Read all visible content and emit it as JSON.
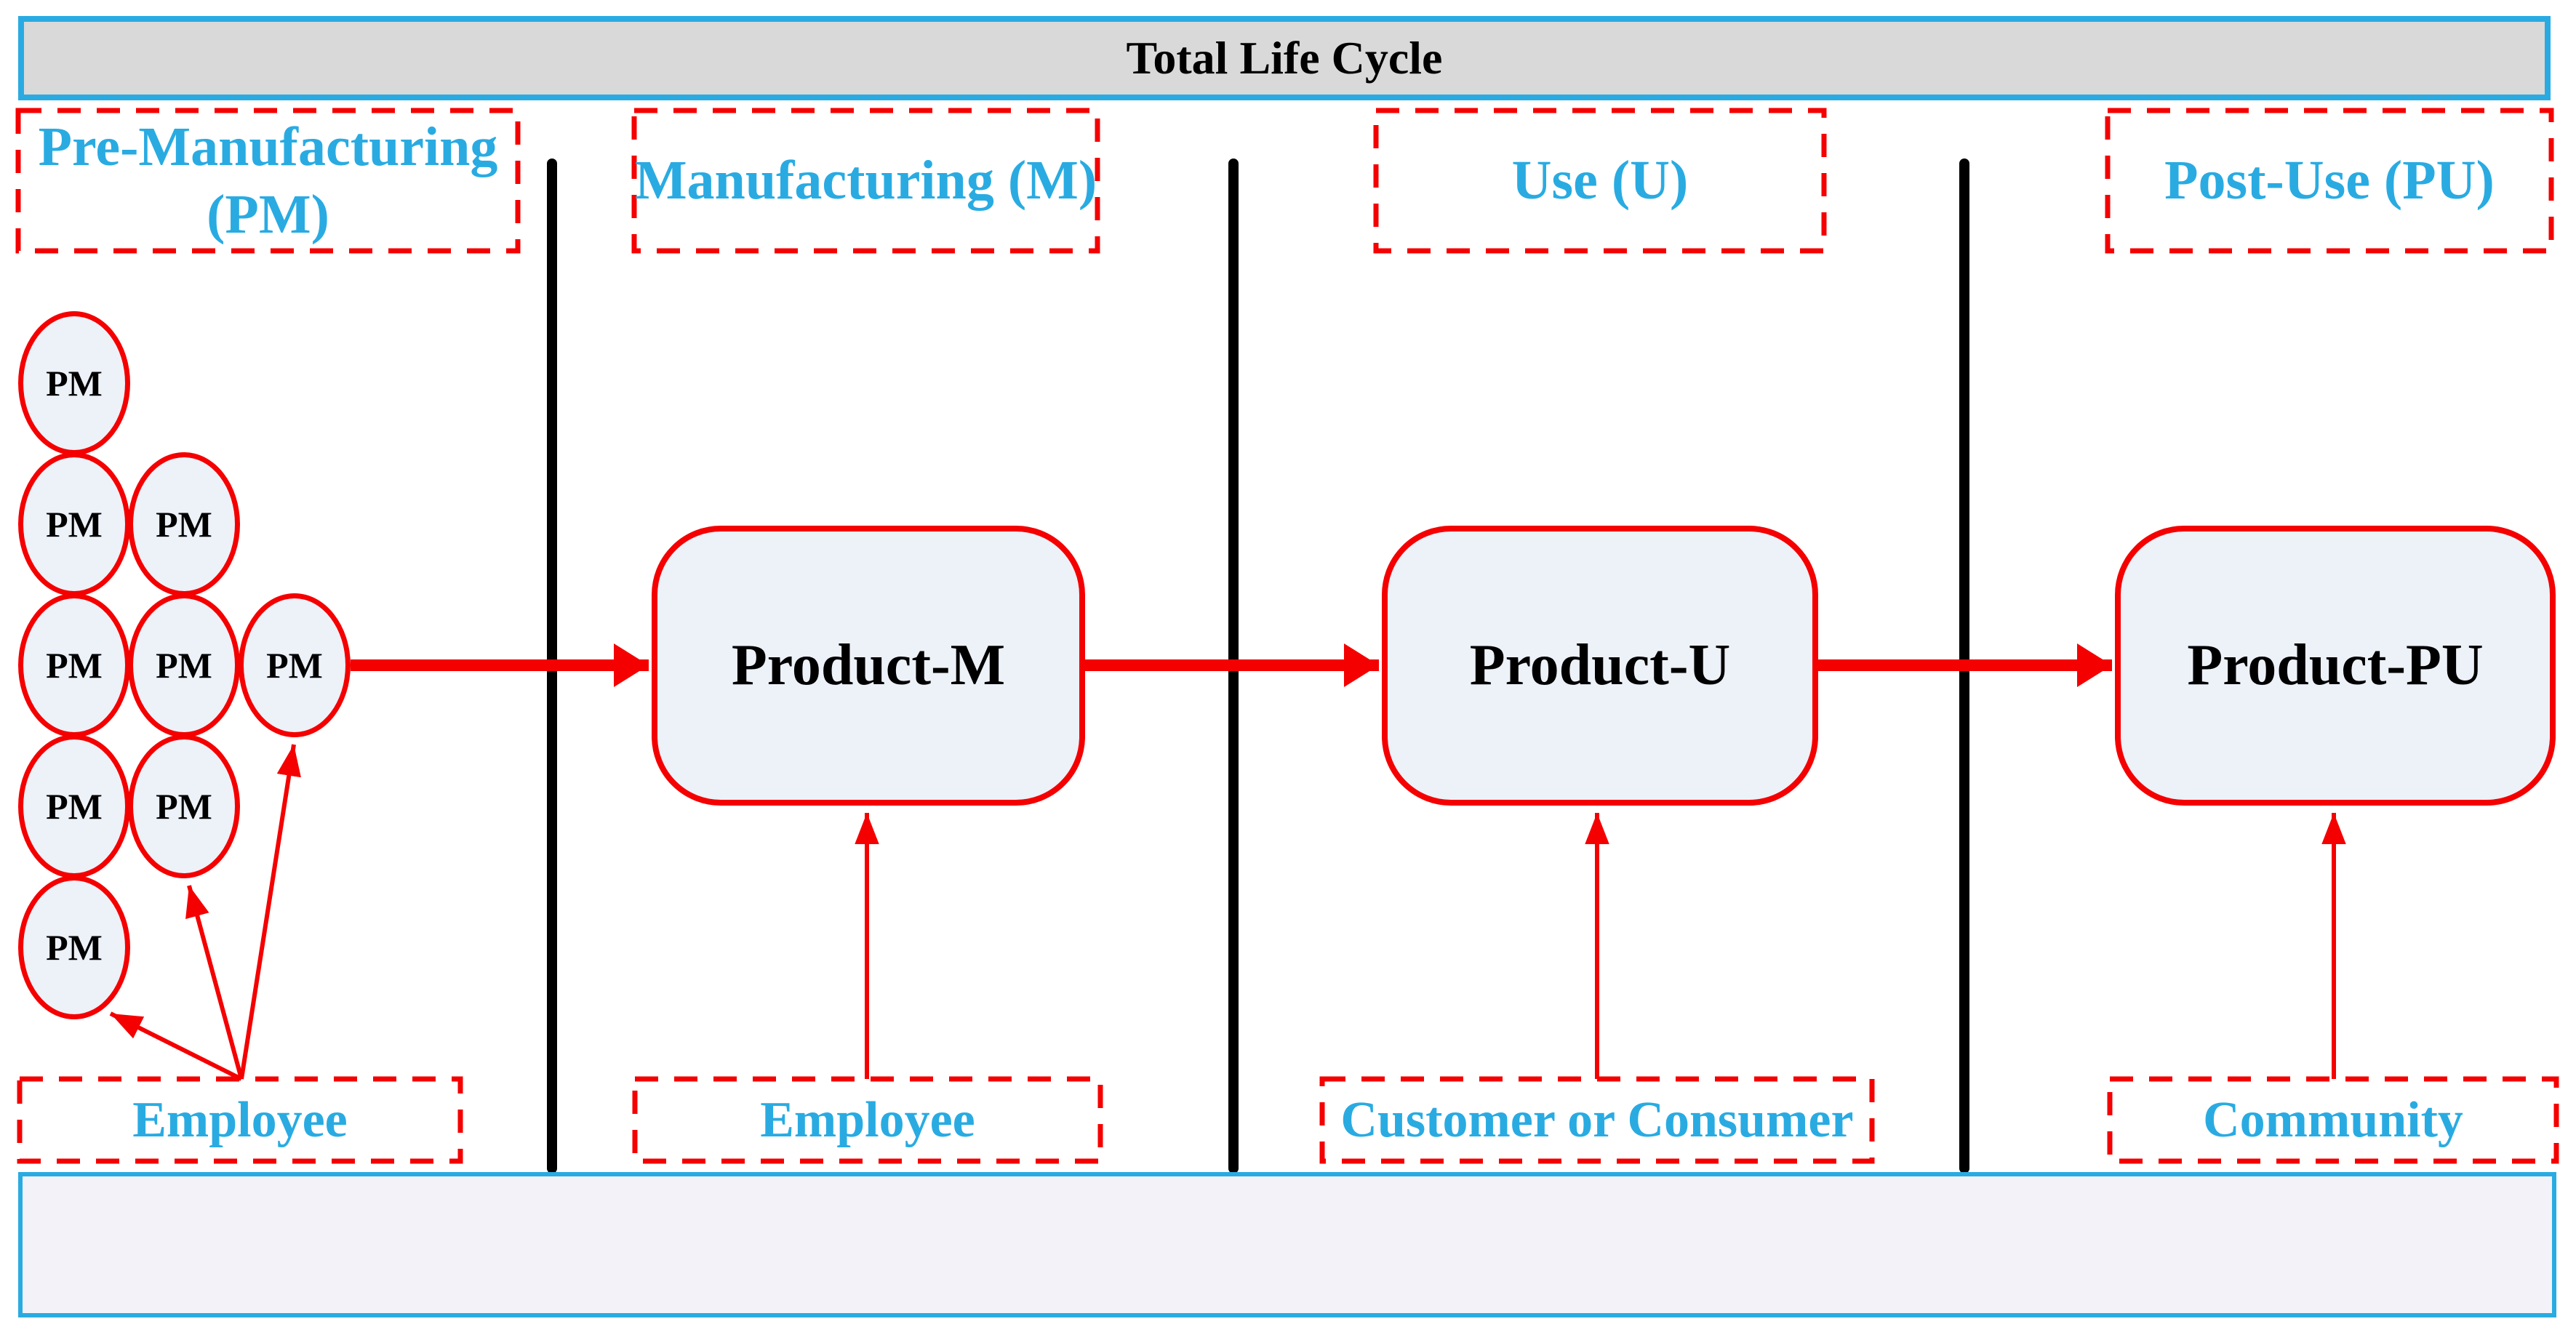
{
  "title_bar": {
    "label": "Total Life Cycle"
  },
  "phases": [
    {
      "id": "pre-manufacturing",
      "lines": [
        "Pre-Manufacturing",
        "(PM)"
      ]
    },
    {
      "id": "manufacturing",
      "lines": [
        "Manufacturing (M)"
      ]
    },
    {
      "id": "use",
      "lines": [
        "Use (U)"
      ]
    },
    {
      "id": "post-use",
      "lines": [
        "Post-Use (PU)"
      ]
    }
  ],
  "pm_node_label": "PM",
  "pm_node_count": 9,
  "products": [
    {
      "label": "Product-M"
    },
    {
      "label": "Product-U"
    },
    {
      "label": "Product-PU"
    }
  ],
  "stakeholders": [
    {
      "label": "Employee"
    },
    {
      "label": "Employee"
    },
    {
      "label": "Customer or Consumer"
    },
    {
      "label": "Community"
    }
  ],
  "colors": {
    "accent_blue": "#29ABE2",
    "red": "#F40000",
    "black": "#000000",
    "title_fill": "#D9D9D9",
    "node_fill": "#EDF1F8",
    "bottom_fill": "#F2F2F8"
  }
}
